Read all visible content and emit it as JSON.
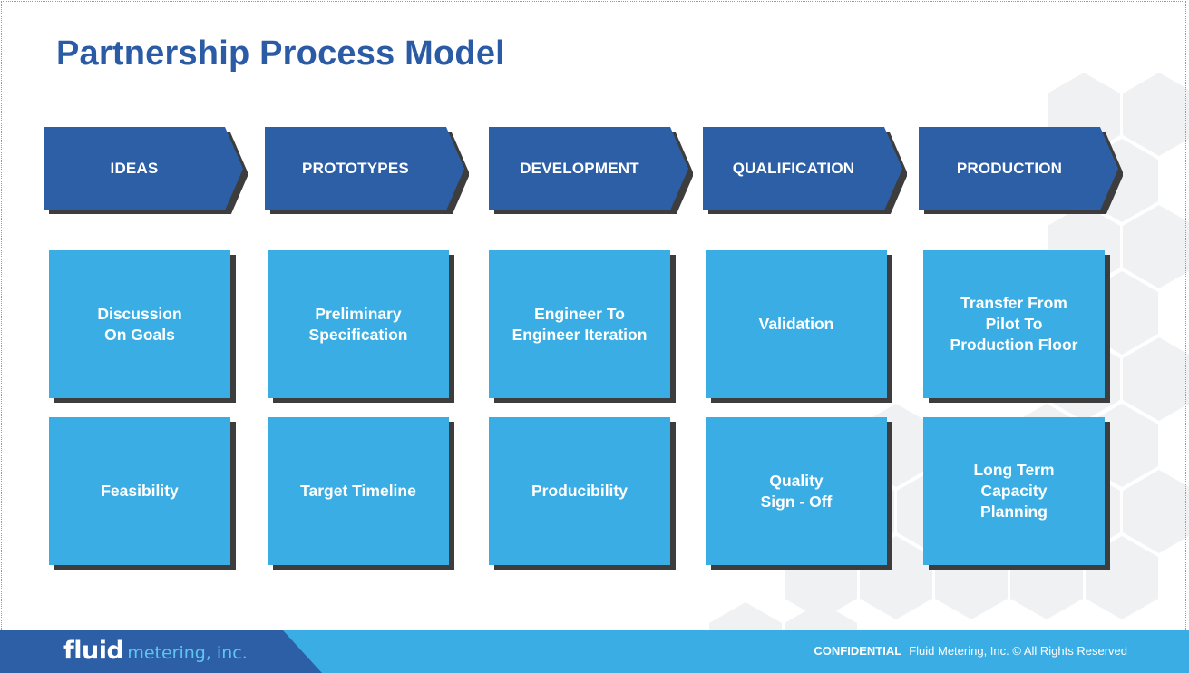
{
  "title": "Partnership Process Model",
  "stages": [
    {
      "label": "IDEAS",
      "items": [
        "Discussion\nOn Goals",
        "Feasibility"
      ]
    },
    {
      "label": "PROTOTYPES",
      "items": [
        "Preliminary\nSpecification",
        "Target Timeline"
      ]
    },
    {
      "label": "DEVELOPMENT",
      "items": [
        "Engineer To\nEngineer Iteration",
        "Producibility"
      ]
    },
    {
      "label": "QUALIFICATION",
      "items": [
        "Validation",
        "Quality\nSign - Off"
      ]
    },
    {
      "label": "PRODUCTION",
      "items": [
        "Transfer From\nPilot To\nProduction Floor",
        "Long Term\nCapacity\nPlanning"
      ]
    }
  ],
  "footer": {
    "logo_main": "fluid",
    "logo_sub": "metering, inc.",
    "confidential": "CONFIDENTIAL",
    "rights": "Fluid Metering, Inc. © All Rights Reserved"
  },
  "colors": {
    "title": "#2b5ba5",
    "stage_arrow": "#2d5fa6",
    "box": "#3aaee4",
    "shadow": "#3d3d3d",
    "footer": "#3aaee4",
    "footer_dark": "#2d5fa6"
  }
}
